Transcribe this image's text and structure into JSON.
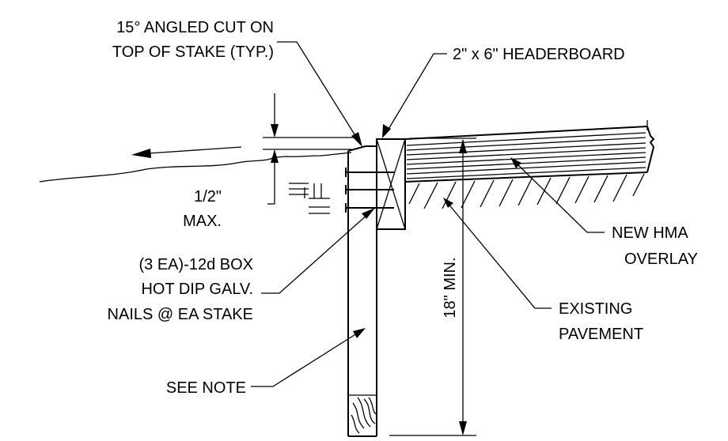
{
  "title": "Headerboard detail",
  "labels": {
    "angled_cut_1": "15° ANGLED CUT ON",
    "angled_cut_2": "TOP OF STAKE (TYP.)",
    "headerboard": "2\" x 6\" HEADERBOARD",
    "max_1": "1/2\"",
    "max_2": "MAX.",
    "nails_1": "(3 EA)-12d BOX",
    "nails_2": "HOT DIP GALV.",
    "nails_3": "NAILS @ EA STAKE",
    "see_note": "SEE NOTE",
    "min_depth": "18\" MIN.",
    "hma_1": "NEW HMA",
    "hma_2": "OVERLAY",
    "existing_1": "EXISTING",
    "existing_2": "PAVEMENT"
  }
}
